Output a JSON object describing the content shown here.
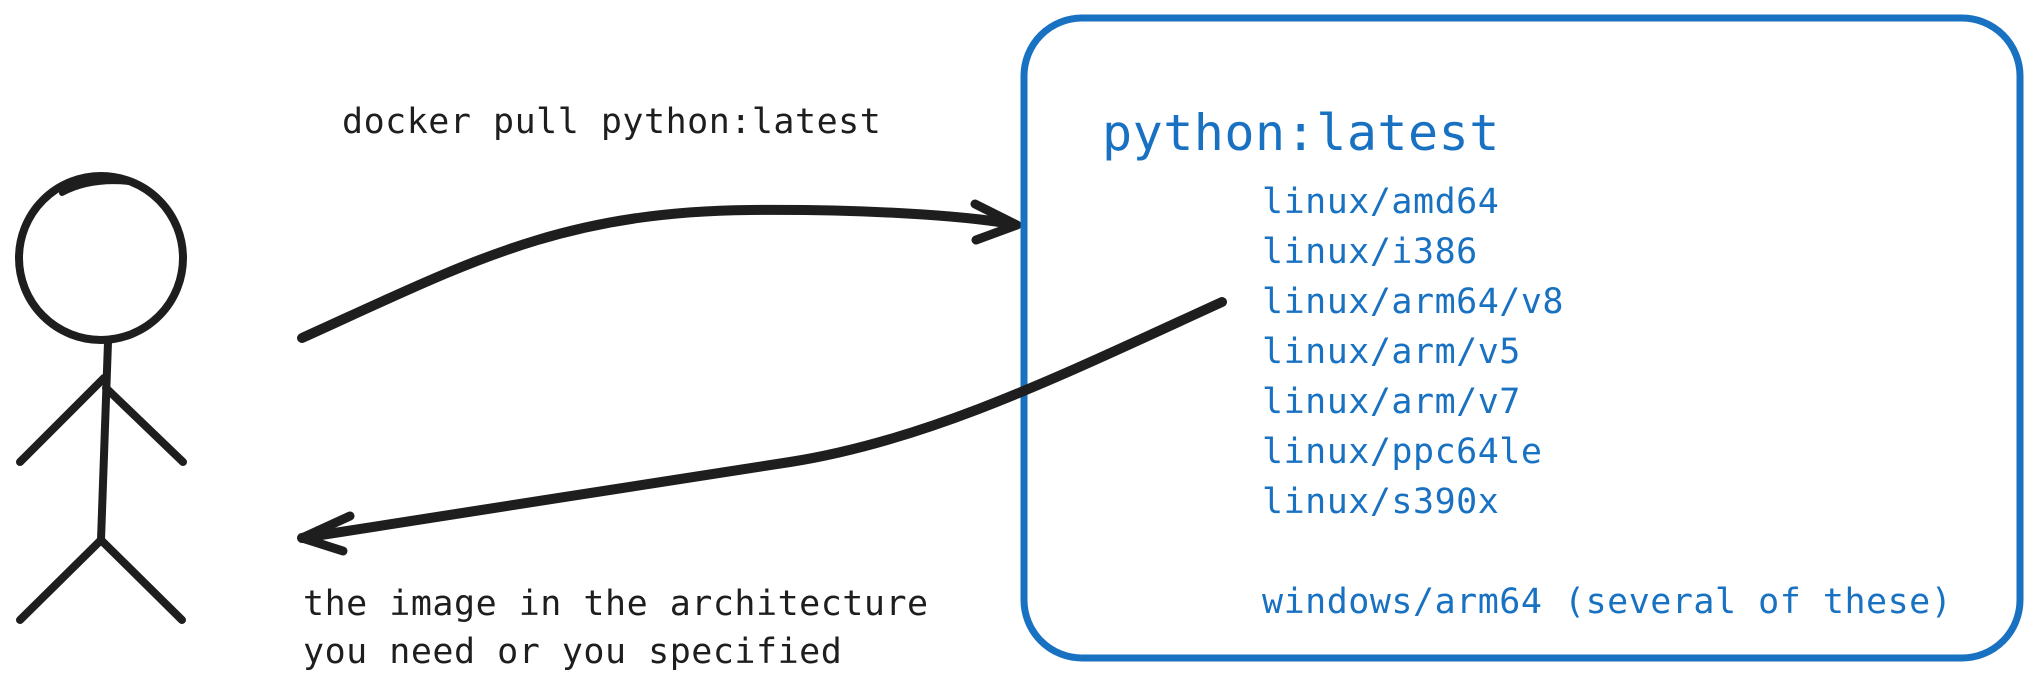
{
  "request": {
    "command": "docker pull python:latest"
  },
  "response": {
    "line1": "the image in the architecture",
    "line2": "you need or you specified"
  },
  "image_box": {
    "title": "python:latest",
    "architectures": [
      "linux/amd64",
      "linux/i386",
      "linux/arm64/v8",
      "linux/arm/v5",
      "linux/arm/v7",
      "linux/ppc64le",
      "linux/s390x"
    ],
    "windows_entry": "windows/arm64 (several of these)"
  },
  "colors": {
    "ink": "#1e1e1e",
    "accent_blue": "#1971c2"
  },
  "icons": {
    "user": "stick-figure-icon"
  }
}
